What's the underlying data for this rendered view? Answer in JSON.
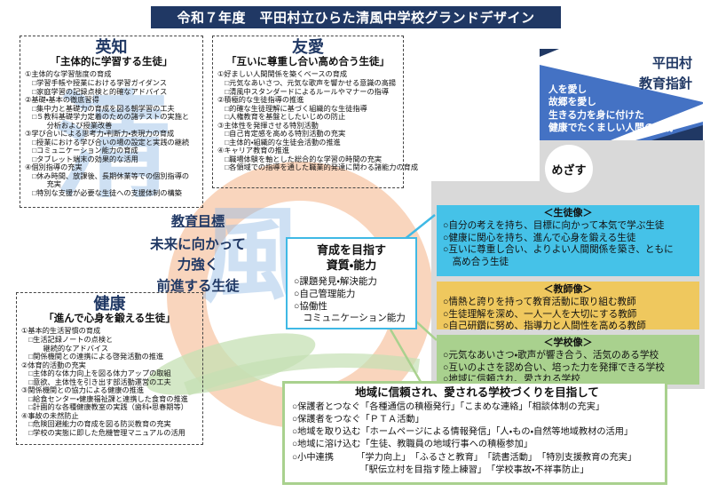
{
  "banner": {
    "title": "令和７年度　平田村立ひらた清風中学校グランドデザイン"
  },
  "watermark": {
    "char1": "清",
    "char2": "風"
  },
  "pillars": {
    "eichi": {
      "title": "英知",
      "subtitle": "「主体的に学習する生徒」",
      "lines": [
        "①主体的な学習態度の育成",
        "　□学習手帳や授業における学習ガイダンス",
        "　□家庭学習の記録点検と的確なアドバイス",
        "②基礎・基本の徹底習得",
        "　□集中力と基礎力の育成を図る朝学習の工夫",
        "　□５教科基礎学力定着のための諸テストの実施と",
        "　　　分析および授業改善",
        "③学び合いによる思考力・判断力・表現力の育成",
        "　□授業における学び合いの場の設定と実践の継続",
        "　□コミュニケーション能力の育成",
        "　□タブレット端末の効果的な活用",
        "④個別指導の充実",
        "　□休み時間、放課後、長期休業等での個別指導の",
        "　　　充実",
        "　□特別な支援が必要な生徒への支援体制の構築"
      ]
    },
    "yuai": {
      "title": "友愛",
      "subtitle": "「互いに尊重し合い高め合う生徒」",
      "lines": [
        "①好ましい人間関係を築くベースの育成",
        "　□元気なあいさつ、元気な歌声を響かせる意識の高揚",
        "　□清風中スタンダードによるルールやマナーの指導",
        "②積極的な生徒指導の推進",
        "　□的確な生徒理解に基づく組織的な生徒指導",
        "　□人権教育を基盤としたいじめの防止",
        "③主体性を発揮させる特別活動",
        "　□自己肯定感を高める特別活動の充実",
        "　□主体的・組織的な生徒会活動の推進",
        "④キャリア教育の推進",
        "　□職場体験を軸とした総合的な学習の時間の充実",
        "　□各領域での指導を通した職業的発達に関わる諸能力の育成"
      ]
    },
    "kenko": {
      "title": "健康",
      "subtitle": "「進んで心身を鍛える生徒」",
      "lines": [
        "①基本的生活習慣の育成",
        "　□生活記録ノートの点検と",
        "　　　継続的なアドバイス",
        "　□関係機関との連携による啓発活動の推進",
        "②体育的活動の充実",
        "　□主体的な体力向上を図る体力アップの取組",
        "　□意欲、主体性を引き出す部活動運営の工夫",
        "③関係機関との協力による健康の推進",
        "　□給食センター・健康福祉課と連携した食育の推進",
        "　□計画的な各種健康教室の実践（歯科・思春期等）",
        "④事故の未然防止",
        "　□危険回避能力の育成を図る防災教育の充実",
        "　□学校の実態に即した危機管理マニュアルの活用"
      ]
    }
  },
  "goal": {
    "heading": "教育目標",
    "lines": [
      "未来に向かって",
      "力強く",
      "前進する生徒"
    ]
  },
  "ikusei": {
    "title_line1": "育成を目指す",
    "title_line2": "資質・能力",
    "items": [
      "○課題発見・解決能力",
      "○自己管理能力",
      "○協働性",
      "　コミュニケーション能力"
    ]
  },
  "shishin": {
    "title_line1": "平田村",
    "title_line2": "教育指針",
    "lines": [
      "人を愛し",
      "故郷を愛し",
      "生きる力を身に付けた",
      "健康でたくましい人間の育成"
    ]
  },
  "mezasu": {
    "label": "めざす"
  },
  "images": {
    "seito": {
      "heading": "＜生徒像＞",
      "lines": [
        "○自分の考えを持ち、目標に向かって本気で学ぶ生徒",
        "○健康に関心を持ち、進んで心身を鍛える生徒",
        "○互いに尊重し合い、よりよい人間関係を築き、ともに",
        "　高め合う生徒"
      ]
    },
    "kyoshi": {
      "heading": "＜教師像＞",
      "lines": [
        "○情熱と誇りを持って教育活動に取り組む教師",
        "○生徒理解を深め、一人一人を大切にする教師",
        "○自己研鑽に努め、指導力と人間性を高める教師"
      ]
    },
    "gakko": {
      "heading": "＜学校像＞",
      "lines": [
        "○元気なあいさつ・歌声が響き合う、活気のある学校",
        "○互いのよさを認め合い、培った力を発揮できる学校",
        "○地域に信頼され、愛される学校"
      ]
    }
  },
  "chiiki": {
    "title": "地域に信頼され、愛される学校づくりを目指して",
    "lines": [
      "○保護者とつなぐ「各種通信の積極発行」「こまめな連絡」「相談体制の充実」",
      "○保護者をつなぐ「ＰＴＡ活動」",
      "○地域を取り込む「ホームページによる情報発信」「人・もの・自然等地域教材の活用」",
      "○地域に溶け込む「生徒、教職員の地域行事への積極参加」",
      "○小中連携　　　「学力向上」　「ふるさと教育」　「読書活動」　「特別支援教育の充実」",
      "　　　　　　　　「駅伝立村を目指す陸上練習」　「学校事故・不祥事防止」"
    ]
  },
  "colors": {
    "navy": "#203864",
    "cyan": "#3FB9E5",
    "boxcyan": "#45C2E8",
    "yellow": "#EFC85E",
    "green": "#A9D18E",
    "gray": "#D9D9D9",
    "blue": "#4472C4"
  }
}
